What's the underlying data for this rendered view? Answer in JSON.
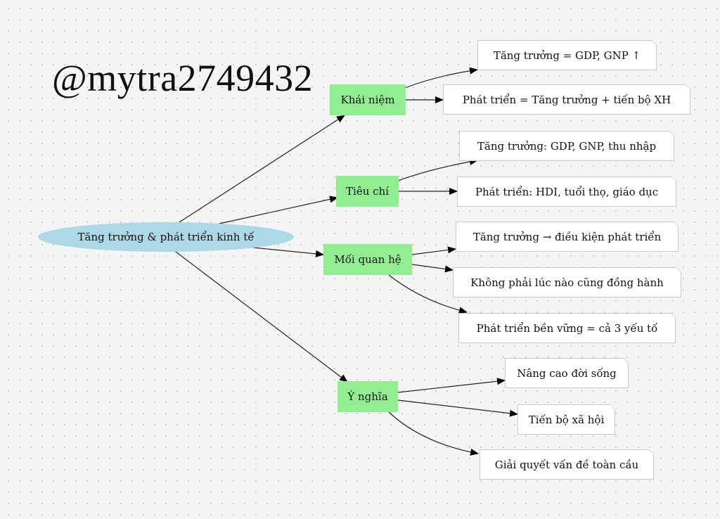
{
  "watermark": "@mytra2749432",
  "root": {
    "label": "Tăng trưởng & phát triển kinh tế"
  },
  "categories": [
    {
      "id": "khai-niem",
      "label": "Khái niệm"
    },
    {
      "id": "tieu-chi",
      "label": "Tiêu chí"
    },
    {
      "id": "moi-quan-he",
      "label": "Mối quan hệ"
    },
    {
      "id": "y-nghia",
      "label": "Ý nghĩa"
    }
  ],
  "details": {
    "khai_niem": [
      "Tăng trưởng = GDP, GNP ↑",
      "Phát triển = Tăng trưởng + tiến bộ XH"
    ],
    "tieu_chi": [
      "Tăng trưởng: GDP, GNP, thu nhập",
      "Phát triển: HDI, tuổi thọ, giáo dục"
    ],
    "moi_quan_he": [
      "Tăng trưởng → điều kiện phát triển",
      "Không phải lúc nào cũng đồng hành",
      "Phát triển bền vững = cả 3 yếu tố"
    ],
    "y_nghia": [
      "Nâng cao đời sống",
      "Tiến bộ xã hội",
      "Giải quyết vấn đề toàn cầu"
    ]
  }
}
